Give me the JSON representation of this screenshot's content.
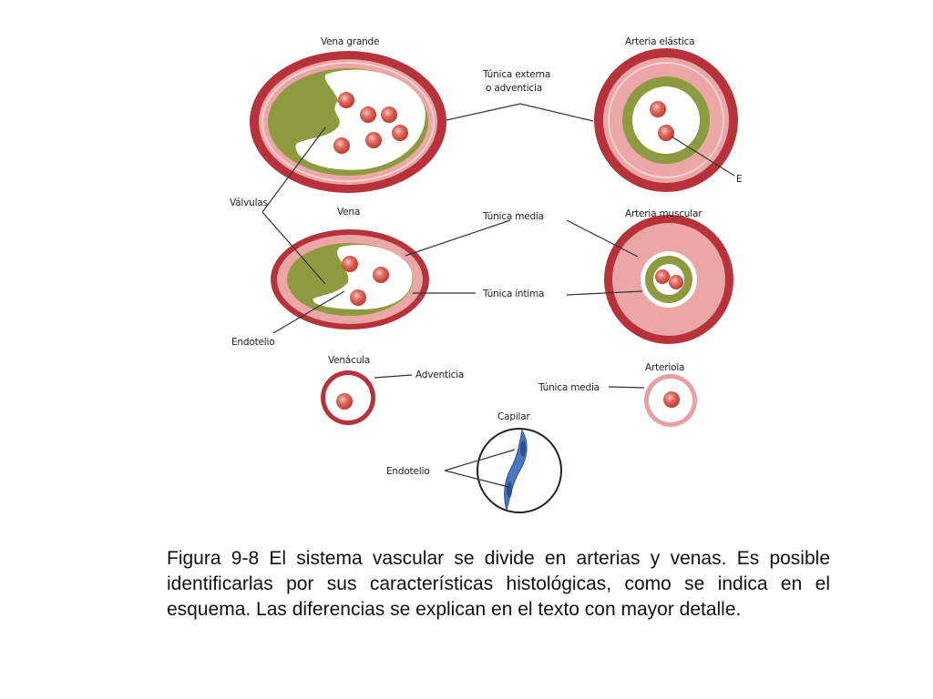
{
  "labels": {
    "vena_grande": "Vena grande",
    "arteria_elastica": "Arteria elástica",
    "tunica_externa_1": "Túnica externa",
    "tunica_externa_2": "o adventicia",
    "valvulas": "Válvulas",
    "vena": "Vena",
    "tunica_media": "Túnica media",
    "arteria_muscular": "Arteria muscular",
    "tunica_intima": "Túnica íntima",
    "endotelio": "Endotelio",
    "venacula": "Venácula",
    "adventicia": "Adventicia",
    "arteriola": "Arteriola",
    "tunica_media_arteriola": "Túnica media",
    "capilar": "Capilar",
    "endotelio_capilar": "Endotelio",
    "cut_off_label": "E"
  },
  "caption": "Figura 9-8 El sistema vascular se divide en arterias y venas. Es posible identificarlas por sus características histológicas, como se indica en el esquema. Las diferencias se explican en el texto con mayor detalle.",
  "colors": {
    "adventitia": "#b8323c",
    "media_pink": "#ebaaa8",
    "intima_green": "#8e9a40",
    "lumen": "#ffffff",
    "blood_cell": "#d9473f",
    "capillary_blue": "#4a78c4",
    "line": "#333333"
  }
}
